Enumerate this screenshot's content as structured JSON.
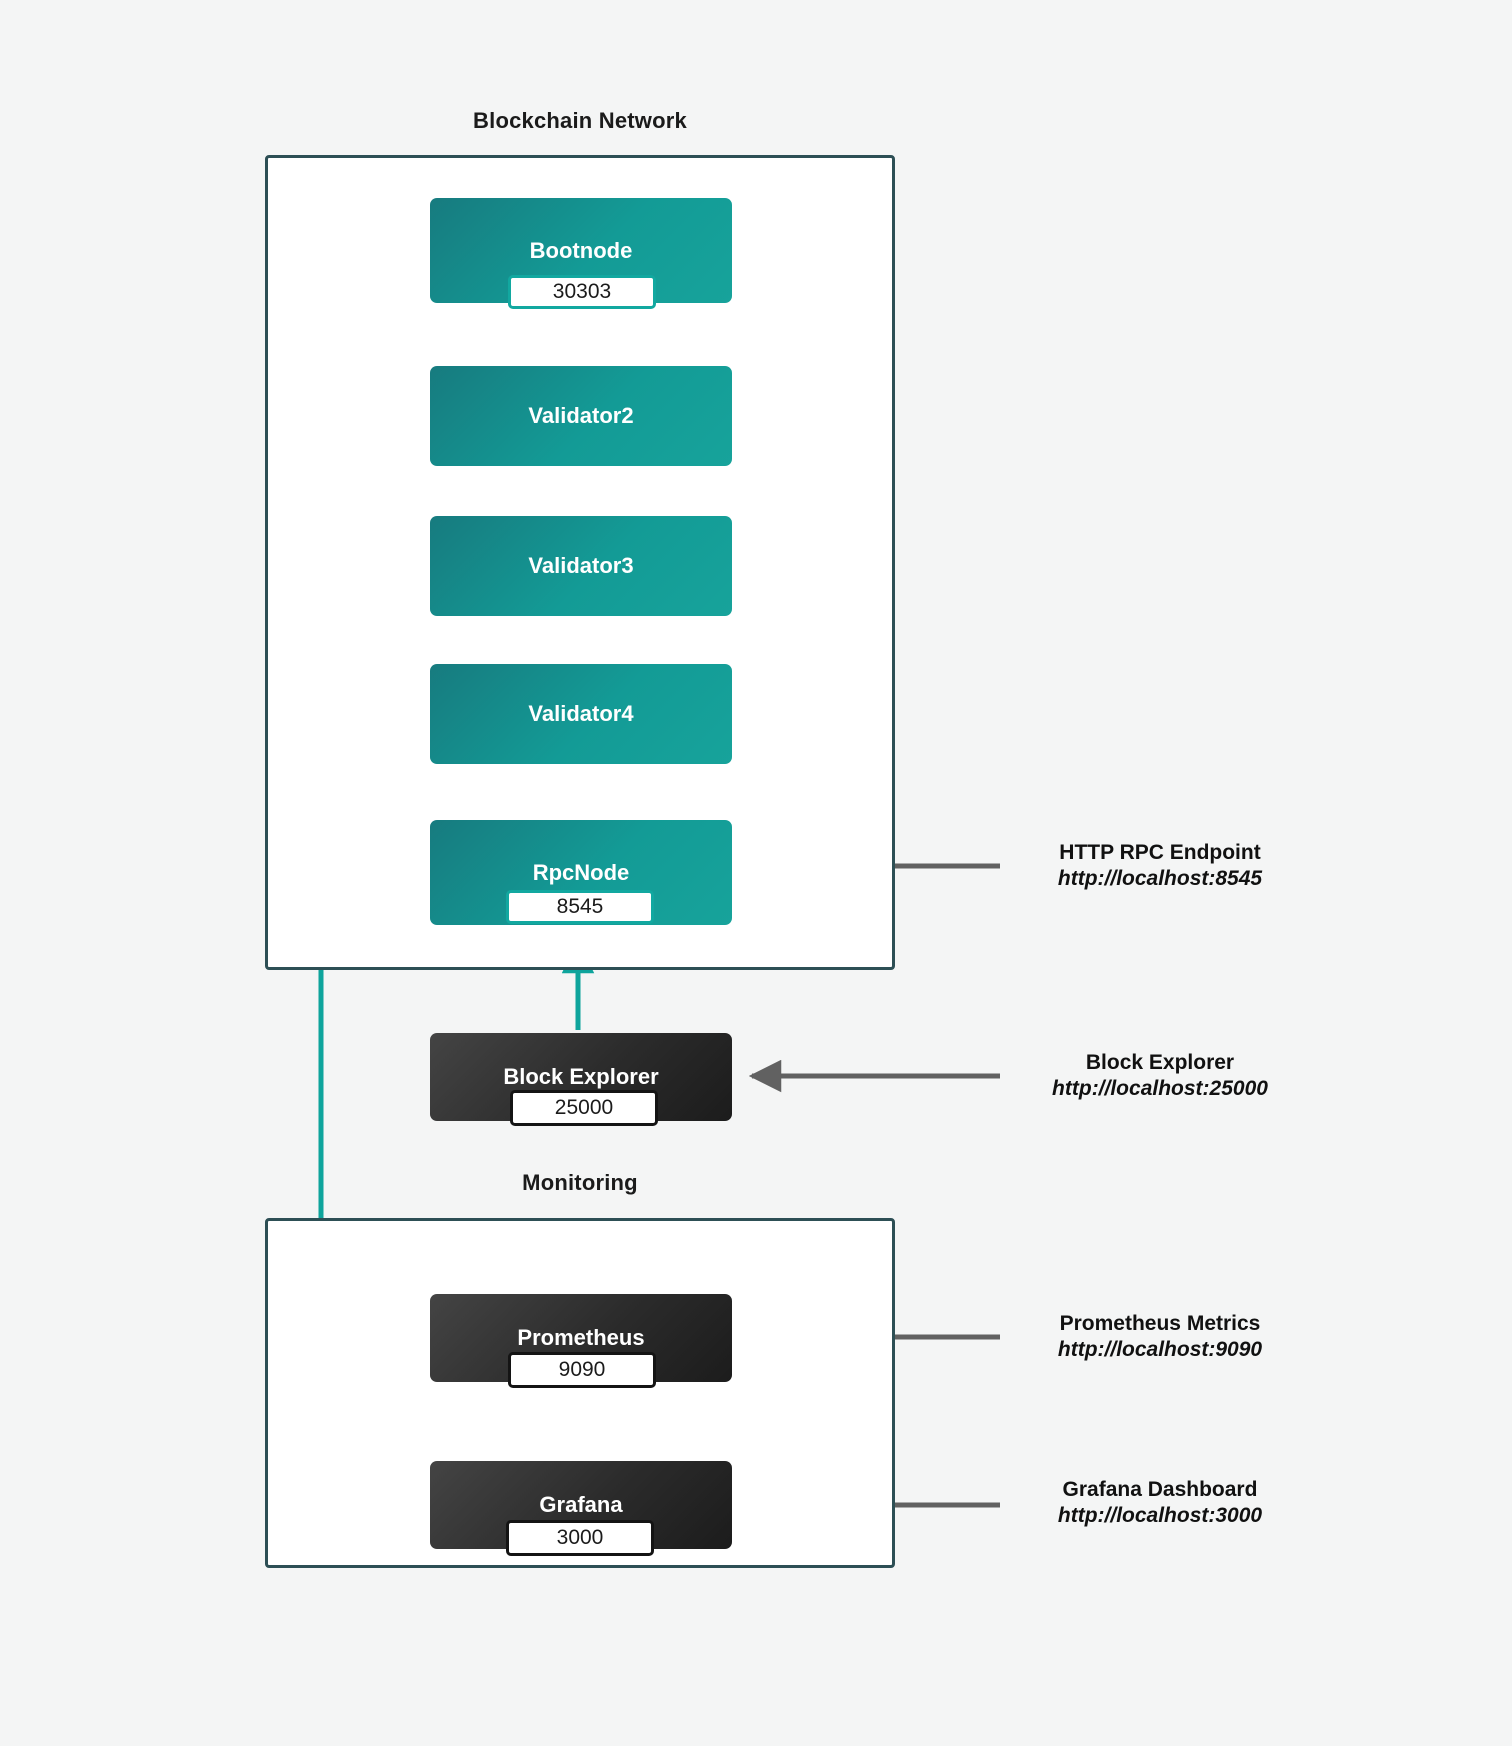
{
  "groups": [
    {
      "id": "blockchain-network",
      "title": "Blockchain Network"
    },
    {
      "id": "monitoring",
      "title": "Monitoring"
    }
  ],
  "nodes": [
    {
      "id": "bootnode",
      "label": "Bootnode",
      "port": "30303",
      "style": "teal"
    },
    {
      "id": "validator2",
      "label": "Validator2",
      "port": "",
      "style": "teal"
    },
    {
      "id": "validator3",
      "label": "Validator3",
      "port": "",
      "style": "teal"
    },
    {
      "id": "validator4",
      "label": "Validator4",
      "port": "",
      "style": "teal"
    },
    {
      "id": "rpcnode",
      "label": "RpcNode",
      "port": "8545",
      "style": "teal"
    },
    {
      "id": "block-explorer",
      "label": "Block Explorer",
      "port": "25000",
      "style": "dark"
    },
    {
      "id": "prometheus",
      "label": "Prometheus",
      "port": "9090",
      "style": "dark"
    },
    {
      "id": "grafana",
      "label": "Grafana",
      "port": "3000",
      "style": "dark"
    }
  ],
  "annotations": [
    {
      "id": "rpc-endpoint",
      "title": "HTTP RPC Endpoint",
      "url": "http://localhost:8545"
    },
    {
      "id": "block-explorer-url",
      "title": "Block Explorer",
      "url": "http://localhost:25000"
    },
    {
      "id": "prometheus-metrics",
      "title": "Prometheus Metrics",
      "url": "http://localhost:9090"
    },
    {
      "id": "grafana-dashboard",
      "title": "Grafana Dashboard",
      "url": "http://localhost:3000"
    }
  ],
  "colors": {
    "background": "#f4f5f5",
    "group_border": "#2d4f55",
    "teal_node_start": "#177b7f",
    "teal_node_end": "#17a39b",
    "dark_node_start": "#444444",
    "dark_node_end": "#1c1c1c",
    "connector_teal": "#0ea49c",
    "connector_dashed": "#5a5a5a",
    "annotation_arrow": "#616161",
    "badge_text": "#1b1b1b"
  }
}
